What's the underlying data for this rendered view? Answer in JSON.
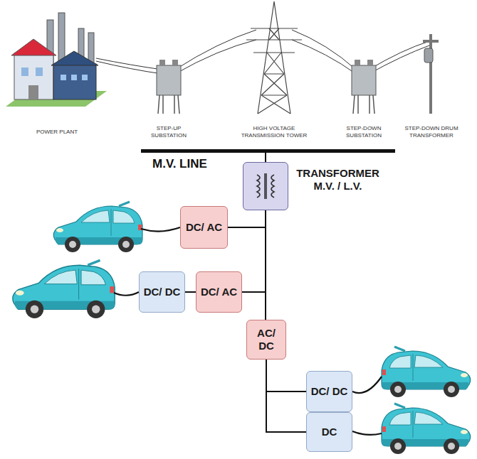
{
  "diagram": {
    "nodes": [
      {
        "text": [
          "TRANSFORMER M.V. / L.V."
        ]
      },
      {
        "text": [
          "DC/ AC"
        ]
      },
      {
        "text": [
          "DC/ DC"
        ]
      },
      {
        "text": [
          "DC/ AC"
        ]
      },
      {
        "text": [
          "AC/ DC"
        ]
      },
      {
        "text": [
          "DC/ DC"
        ]
      },
      {
        "text": [
          "DC"
        ]
      }
    ],
    "edges": [
      {
        "from": 0,
        "to": 1,
        "arrow": "none"
      },
      {
        "from": 0,
        "to": 3,
        "arrow": "none"
      },
      {
        "from": 2,
        "to": 3,
        "arrow": "none"
      },
      {
        "from": 0,
        "to": 4,
        "arrow": "none"
      },
      {
        "from": 4,
        "to": 5,
        "arrow": "none"
      },
      {
        "from": 4,
        "to": 6,
        "arrow": "none"
      }
    ],
    "labels": [
      "POWER PLANT",
      "STEP-UP SUBSTATION",
      "HIGH VOLTAGE TRANSMISSION TOWER",
      "STEP-DOWN SUBSTATION",
      "STEP-DOWN DRUM TRANSFORMER",
      "M.V. LINE"
    ]
  }
}
